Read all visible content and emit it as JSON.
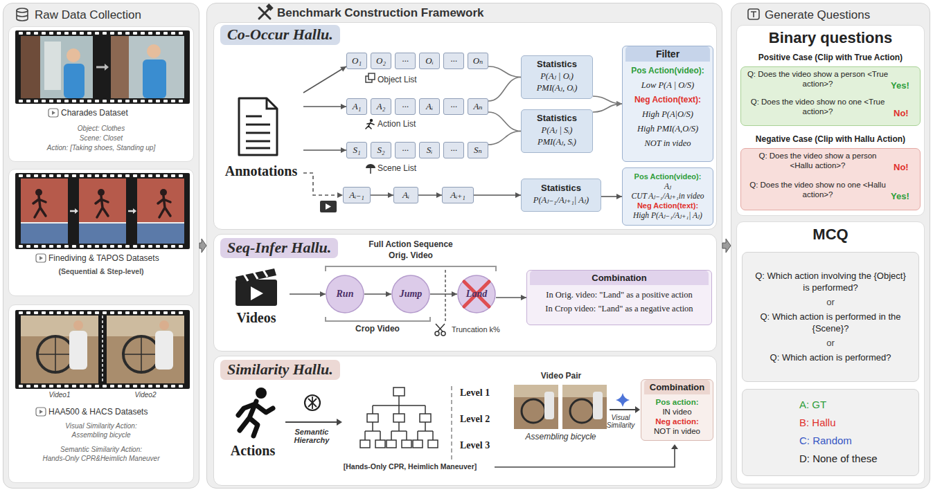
{
  "diagram": {
    "nodes": [
      {
        "text": [
          "Raw Data Collection"
        ]
      },
      {
        "text": [
          "Charades Dataset",
          "Object: Clothes",
          "Scene: Closet",
          "Action: [Taking shoes, Standing up]"
        ],
        "in": 0
      },
      {
        "text": [
          "Finediving & TAPOS Datasets",
          "(Sequential & Step-level)"
        ],
        "in": 0
      },
      {
        "text": [
          "Video1",
          "Video2",
          "HAA500 & HACS Datasets",
          "Visual Similarity Action:",
          "Assembling bicycle",
          "Semantic Similarity Action:",
          "Hands-Only CPR&Heimlich Maneuver"
        ],
        "in": 0
      },
      {
        "text": [
          "Benchmark Construction Framework"
        ]
      },
      {
        "text": [
          "Co-Occur Hallu."
        ],
        "in": 4
      },
      {
        "text": [
          "Annotations"
        ],
        "in": 5
      },
      {
        "text": [
          "O₁"
        ],
        "in": 5
      },
      {
        "text": [
          "O₂"
        ],
        "in": 5
      },
      {
        "text": [
          "···"
        ],
        "in": 5
      },
      {
        "text": [
          "Oᵢ"
        ],
        "in": 5
      },
      {
        "text": [
          "···"
        ],
        "in": 5
      },
      {
        "text": [
          "Oₙ"
        ],
        "in": 5
      },
      {
        "text": [
          "A₁"
        ],
        "in": 5
      },
      {
        "text": [
          "A₂"
        ],
        "in": 5
      },
      {
        "text": [
          "···"
        ],
        "in": 5
      },
      {
        "text": [
          "Aᵢ"
        ],
        "in": 5
      },
      {
        "text": [
          "···"
        ],
        "in": 5
      },
      {
        "text": [
          "Aₙ"
        ],
        "in": 5
      },
      {
        "text": [
          "S₁"
        ],
        "in": 5
      },
      {
        "text": [
          "S₂"
        ],
        "in": 5
      },
      {
        "text": [
          "···"
        ],
        "in": 5
      },
      {
        "text": [
          "Sᵢ"
        ],
        "in": 5
      },
      {
        "text": [
          "···"
        ],
        "in": 5
      },
      {
        "text": [
          "Sₙ"
        ],
        "in": 5
      },
      {
        "text": [
          "Aᵢ₋₁"
        ],
        "in": 5
      },
      {
        "text": [
          "Aᵢ"
        ],
        "in": 5
      },
      {
        "text": [
          "Aᵢ₊₁"
        ],
        "in": 5
      },
      {
        "text": [
          "Statistics",
          "P(Aⱼ | Oᵢ)",
          "PMI(Aⱼ, Oᵢ)"
        ],
        "in": 5
      },
      {
        "text": [
          "Statistics",
          "P(Aⱼ | Sᵢ)",
          "PMI(Aⱼ, Sᵢ)"
        ],
        "in": 5
      },
      {
        "text": [
          "Statistics",
          "P(Aⱼ₋₁/Aⱼ₊₁| Aⱼ)"
        ],
        "in": 5
      },
      {
        "text": [
          "Filter",
          "Pos Action(video):",
          "Low P(A | O/S)",
          "Neg Action(text):",
          "High P(A|O/S)",
          "High PMI(A,O/S)",
          "NOT in video"
        ],
        "in": 5
      },
      {
        "text": [
          "Pos Action(video):",
          "Aⱼ",
          "CUT Aⱼ₋₁/Aⱼ₊₁in video",
          "Neg Action(text):",
          "High P(Aⱼ₋₁/Aⱼ₊₁| Aⱼ)"
        ],
        "in": 5
      },
      {
        "text": [
          "Seq-Infer Hallu."
        ],
        "in": 4
      },
      {
        "text": [
          "Videos"
        ],
        "in": 33
      },
      {
        "text": [
          "Run"
        ],
        "in": 33
      },
      {
        "text": [
          "Jump"
        ],
        "in": 33
      },
      {
        "text": [
          "Land"
        ],
        "in": 33
      },
      {
        "text": [
          "Combination",
          "In Orig. video: \"Land\" as a positive action",
          "In Crop video: \"Land\" as a negative action"
        ],
        "in": 33
      },
      {
        "text": [
          "Similarity Hallu."
        ],
        "in": 4
      },
      {
        "text": [
          "Actions"
        ],
        "in": 39
      },
      {
        "text": [
          "Combination",
          "Pos action:",
          "IN video",
          "Neg action:",
          "NOT in video"
        ],
        "in": 39
      },
      {
        "text": [
          "Generate Questions"
        ]
      },
      {
        "text": [
          "Binary questions"
        ],
        "in": 42
      },
      {
        "text": [
          "Positive Case (Clip with True Action)",
          "Q: Does the video show a person <True action>?",
          "Yes!",
          "Q: Does the video show no one <True action>?",
          "No!"
        ],
        "in": 43
      },
      {
        "text": [
          "Negative Case (Clip with Hallu Action)",
          "Q: Does the video show a person <Hallu action>?",
          "No!",
          "Q: Does the video show no one <Hallu action>?",
          "Yes!"
        ],
        "in": 43
      },
      {
        "text": [
          "MCQ"
        ],
        "in": 42
      },
      {
        "text": [
          "Q: Which action involving the {Object} is performed?",
          "or",
          "Q: Which action is performed in the {Scene}?",
          "or",
          "Q: Which action is performed?"
        ],
        "in": 46
      },
      {
        "text": [
          "A: GT",
          "B: Hallu",
          "C: Random",
          "D: None of these"
        ],
        "in": 46
      }
    ],
    "edges": [
      {
        "from": 0,
        "to": 4,
        "arrow": "to"
      },
      {
        "from": 4,
        "to": 42,
        "arrow": "to"
      },
      {
        "from": 6,
        "to": 7,
        "arrow": "to"
      },
      {
        "from": 6,
        "to": 13,
        "arrow": "to"
      },
      {
        "from": 6,
        "to": 19,
        "arrow": "to"
      },
      {
        "from": 6,
        "to": 25,
        "arrow": "to"
      },
      {
        "from": 25,
        "to": 26,
        "arrow": "to"
      },
      {
        "from": 26,
        "to": 27,
        "arrow": "to"
      },
      {
        "from": 12,
        "to": 28,
        "arrow": "none"
      },
      {
        "from": 18,
        "to": 28,
        "arrow": "none"
      },
      {
        "from": 18,
        "to": 29,
        "arrow": "none"
      },
      {
        "from": 24,
        "to": 29,
        "arrow": "none"
      },
      {
        "from": 28,
        "to": 31,
        "arrow": "to"
      },
      {
        "from": 29,
        "to": 31,
        "arrow": "to"
      },
      {
        "from": 27,
        "to": 30,
        "arrow": "to"
      },
      {
        "from": 30,
        "to": 32,
        "arrow": "to"
      },
      {
        "from": 34,
        "to": 35,
        "arrow": "to"
      },
      {
        "from": 35,
        "to": 36,
        "arrow": "to"
      },
      {
        "from": 36,
        "to": 37,
        "arrow": "to"
      },
      {
        "from": 37,
        "to": 38,
        "arrow": "to"
      }
    ],
    "labels": [
      "Object List",
      "Action List",
      "Scene List",
      "Full Action Sequence",
      "Orig. Video",
      "Crop Video",
      "Truncation k%",
      "Semantic Hierarchy",
      "Level 1",
      "Level 2",
      "Level 3",
      "[Hands-Only CPR, Heimlich Maneuver]",
      "Video Pair",
      "Visual Similarity",
      "Assembling bicycle"
    ]
  }
}
